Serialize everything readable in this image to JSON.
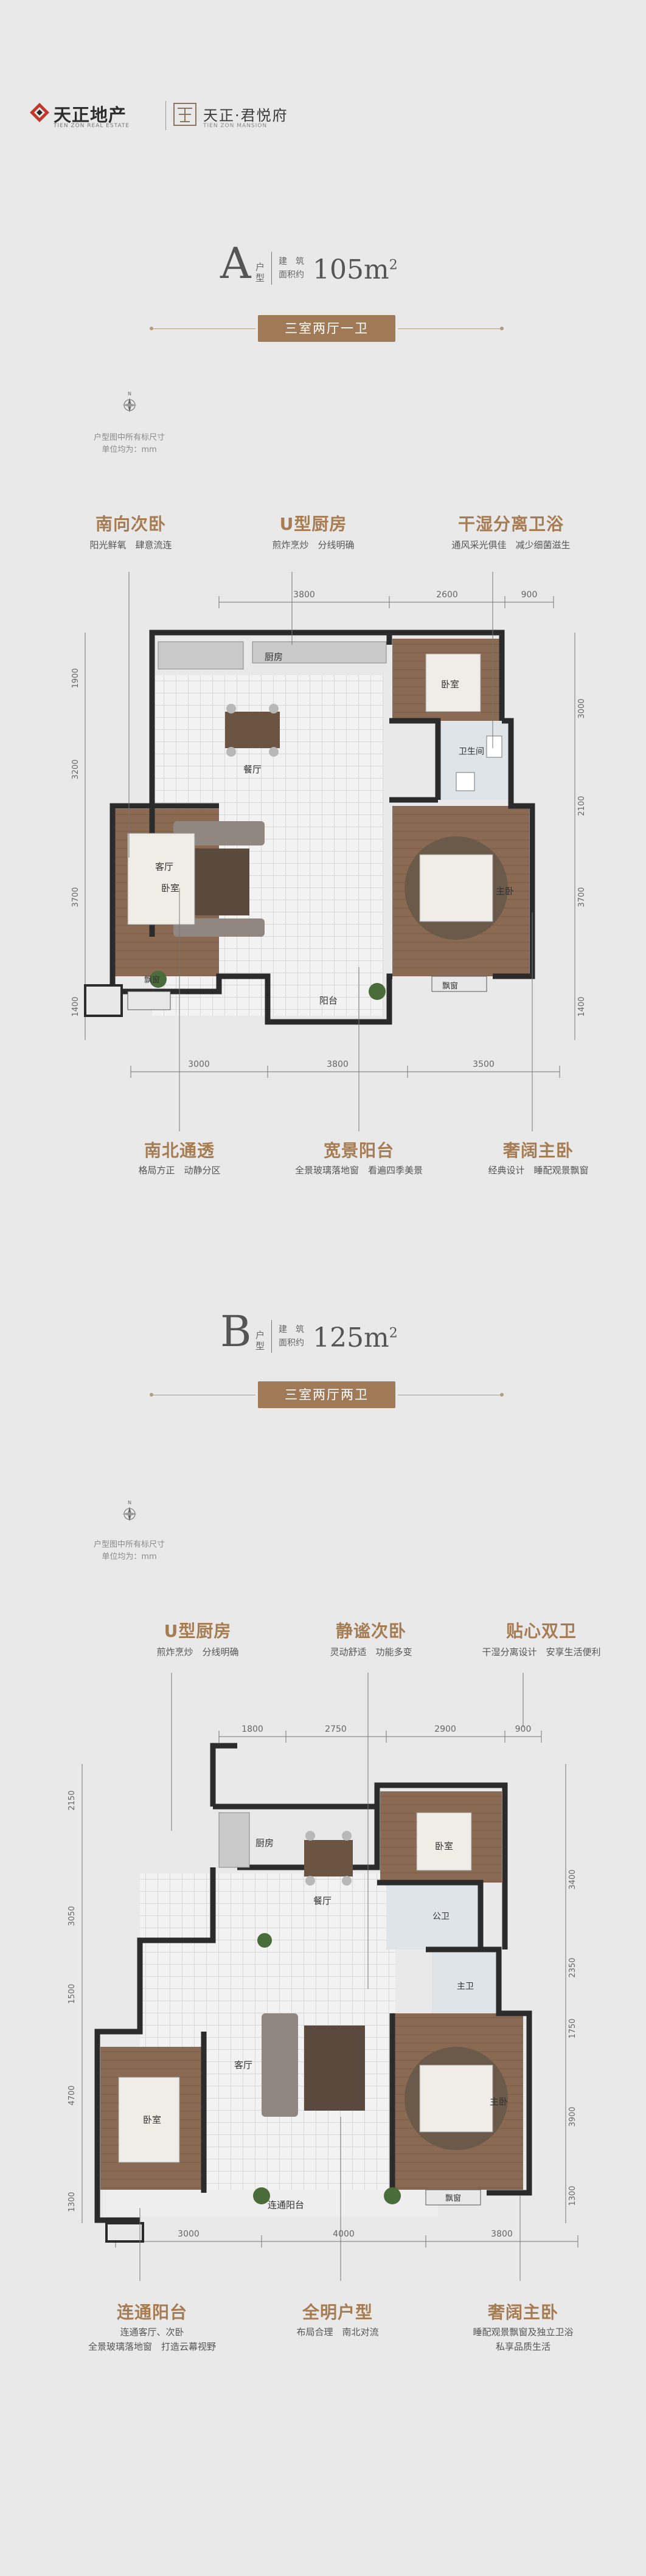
{
  "header": {
    "brand_cn": "天正地产",
    "brand_en": "TIEN ZON REAL ESTATE",
    "project_cn": "天正·君悦府",
    "project_en": "TIEN ZON MANSION"
  },
  "plan_a": {
    "letter": "A",
    "sub": "户型",
    "lbl1": "建　筑",
    "lbl2": "面积约",
    "area": "105m",
    "area_sup": "2",
    "tag": "三室两厅一卫",
    "note1": "户型图中所有标尺寸",
    "note2": "单位均为：mm",
    "features_top": [
      {
        "title": "南向次卧",
        "desc": "阳光鲜氧　肆意流连"
      },
      {
        "title": "U型厨房",
        "desc": "煎炸烹炒　分线明确"
      },
      {
        "title": "干湿分离卫浴",
        "desc": "通风采光俱佳　减少细菌滋生"
      }
    ],
    "features_bottom": [
      {
        "title": "南北通透",
        "desc": "格局方正　动静分区"
      },
      {
        "title": "宽景阳台",
        "desc": "全景玻璃落地窗　看遍四季美景"
      },
      {
        "title": "奢阔主卧",
        "desc": "经典设计　睡配观景飘窗"
      }
    ],
    "dims_top": [
      "3800",
      "2600",
      "900"
    ],
    "dims_bottom": [
      "3000",
      "3800",
      "3500"
    ],
    "dims_left": [
      "1900",
      "3200",
      "3700",
      "1400"
    ],
    "dims_right": [
      "3000",
      "2100",
      "3700",
      "1400"
    ],
    "rooms": {
      "kitchen": "厨房",
      "dining": "餐厅",
      "living": "客厅",
      "bedroom2": "卧室",
      "bedroom3": "卧室",
      "master": "主卧",
      "bath": "卫生间",
      "balcony": "阳台",
      "bay1": "飘窗",
      "bay2": "飘窗"
    }
  },
  "plan_b": {
    "letter": "B",
    "sub": "户型",
    "lbl1": "建　筑",
    "lbl2": "面积约",
    "area": "125m",
    "area_sup": "2",
    "tag": "三室两厅两卫",
    "note1": "户型图中所有标尺寸",
    "note2": "单位均为：mm",
    "features_top": [
      {
        "title": "U型厨房",
        "desc": "煎炸烹炒　分线明确"
      },
      {
        "title": "静谧次卧",
        "desc": "灵动舒适　功能多变"
      },
      {
        "title": "贴心双卫",
        "desc": "干湿分离设计　安享生活便利"
      }
    ],
    "features_bottom": [
      {
        "title": "连通阳台",
        "desc": "连通客厅、次卧",
        "desc2": "全景玻璃落地窗　打造云幕视野"
      },
      {
        "title": "全明户型",
        "desc": "布局合理　南北对流",
        "desc2": ""
      },
      {
        "title": "奢阔主卧",
        "desc": "睡配观景飘窗及独立卫浴",
        "desc2": "私享品质生活"
      }
    ],
    "dims_top": [
      "1800",
      "2750",
      "2900",
      "900"
    ],
    "dims_bottom": [
      "3000",
      "4000",
      "3800"
    ],
    "dims_left": [
      "2150",
      "3050",
      "1500",
      "4700",
      "1300"
    ],
    "dims_right": [
      "3400",
      "2350",
      "1750",
      "3900",
      "1300"
    ],
    "rooms": {
      "kitchen": "厨房",
      "dining": "餐厅",
      "living": "客厅",
      "bedroom2": "卧室",
      "bedroom3": "卧室",
      "master": "主卧",
      "pub_bath": "公卫",
      "main_bath": "主卫",
      "balcony": "连通阳台",
      "bay": "飘窗"
    }
  },
  "colors": {
    "accent": "#a67c52",
    "tag_bg": "#a07a56",
    "wall": "#2b2b2b",
    "floor_wood": "#8a6a52",
    "floor_marble": "#f3f3f3",
    "page_bg": "#e9e9ea"
  }
}
